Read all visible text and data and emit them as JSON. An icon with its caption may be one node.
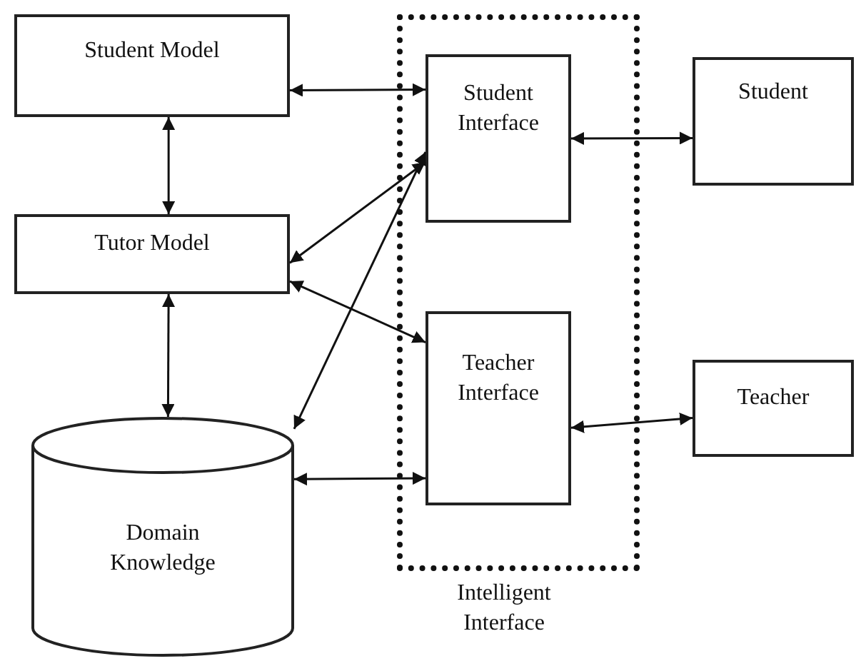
{
  "diagram": {
    "nodes": [
      {
        "text": [
          "Student Model"
        ]
      },
      {
        "text": [
          "Tutor Model"
        ]
      },
      {
        "text": [
          "Domain Knowledge"
        ]
      },
      {
        "text": [
          "Intelligent Interface"
        ]
      },
      {
        "text": [
          "Student Interface"
        ],
        "in": 3
      },
      {
        "text": [
          "Teacher Interface"
        ],
        "in": 3
      },
      {
        "text": [
          "Student"
        ]
      },
      {
        "text": [
          "Teacher"
        ]
      }
    ],
    "edges": [
      {
        "from": 0,
        "to": 4,
        "arrow": "both"
      },
      {
        "from": 0,
        "to": 1,
        "arrow": "both"
      },
      {
        "from": 1,
        "to": 2,
        "arrow": "both"
      },
      {
        "from": 1,
        "to": 4,
        "arrow": "both"
      },
      {
        "from": 1,
        "to": 5,
        "arrow": "both"
      },
      {
        "from": 2,
        "to": 4,
        "arrow": "both"
      },
      {
        "from": 2,
        "to": 5,
        "arrow": "both"
      },
      {
        "from": 4,
        "to": 6,
        "arrow": "both"
      },
      {
        "from": 5,
        "to": 7,
        "arrow": "both"
      }
    ]
  }
}
